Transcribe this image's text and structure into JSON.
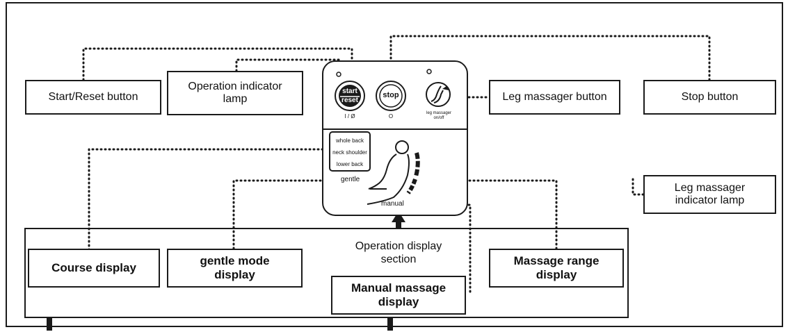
{
  "labels": {
    "start_reset_button": "Start/Reset button",
    "operation_indicator_lamp": [
      "Operation indicator",
      "lamp"
    ],
    "leg_massager_button": "Leg massager button",
    "stop_button": "Stop button",
    "leg_massager_indicator_lamp": [
      "Leg massager",
      "indicator lamp"
    ],
    "course_display": "Course display",
    "gentle_mode_display": [
      "gentle mode",
      "display"
    ],
    "operation_display_section": [
      "Operation display",
      "section"
    ],
    "manual_massage_display": [
      "Manual massage",
      "display"
    ],
    "massage_range_display": [
      "Massage range",
      "display"
    ]
  },
  "panel": {
    "start_btn_top": "start",
    "start_btn_bottom": "reset",
    "start_caption": "I / Ø",
    "stop_btn": "stop",
    "stop_caption": "O",
    "leg_caption": [
      "leg massager",
      "on/off"
    ],
    "courses": [
      "whole back",
      "neck shoulder",
      "lower back"
    ],
    "gentle_label": "gentle",
    "manual_label": "manual"
  }
}
